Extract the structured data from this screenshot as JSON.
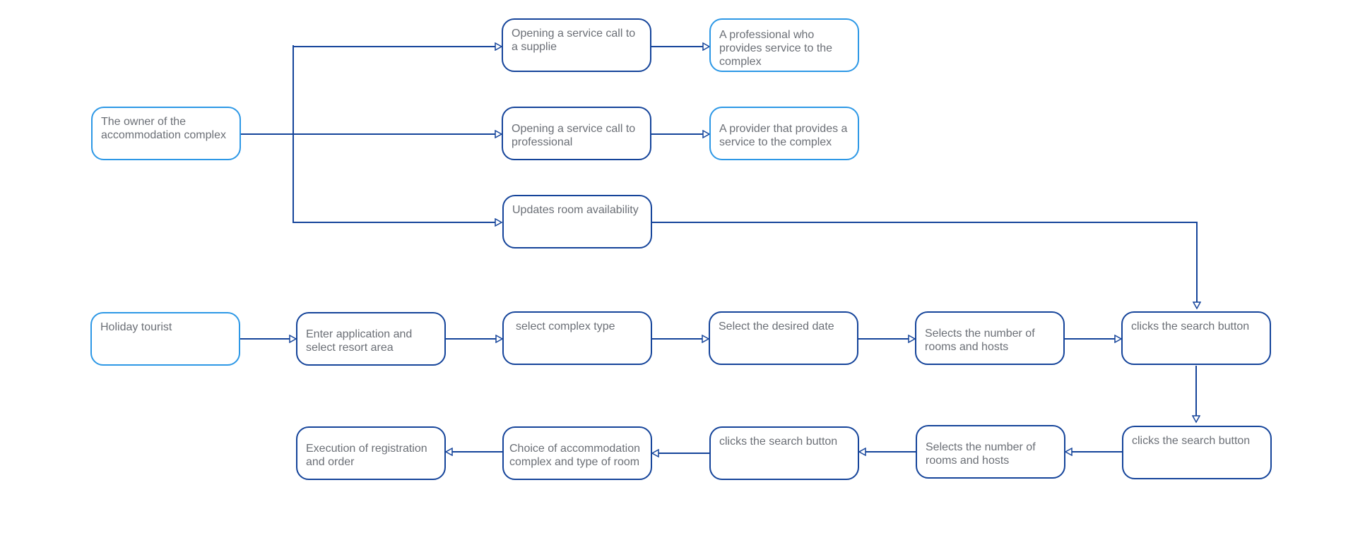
{
  "diagram": {
    "stroke_color": "#15449a",
    "actor_border_color": "#2d98e6",
    "text_color": "#6b6f76",
    "nodes": {
      "owner": {
        "label": "The owner of the accommodation complex",
        "kind": "actor"
      },
      "service_call_supplier": {
        "label": "Opening a service call to a supplie",
        "kind": "process"
      },
      "professional_provider": {
        "label": "A professional who provides service to the complex",
        "kind": "actor"
      },
      "service_call_professional": {
        "label": "Opening a service call to professional",
        "kind": "process"
      },
      "provider_service": {
        "label": "A provider that provides a service to the complex",
        "kind": "actor"
      },
      "updates_room": {
        "label": "Updates room availability",
        "kind": "process"
      },
      "holiday_tourist": {
        "label": "Holiday tourist",
        "kind": "actor"
      },
      "enter_application": {
        "label": "Enter application and select resort area",
        "kind": "process"
      },
      "select_complex_type": {
        "label": "select complex type",
        "kind": "process"
      },
      "select_date": {
        "label": "Select the desired date",
        "kind": "process"
      },
      "select_rooms_1": {
        "label": "Selects the number of rooms and hosts",
        "kind": "process"
      },
      "search_button_1": {
        "label": "clicks the search button",
        "kind": "process"
      },
      "search_button_2": {
        "label": "clicks the search button",
        "kind": "process"
      },
      "select_rooms_2": {
        "label": "Selects the number of rooms and hosts",
        "kind": "process"
      },
      "search_button_3": {
        "label": "clicks the search button",
        "kind": "process"
      },
      "choice_accommodation": {
        "label": "Choice of accommodation complex and type of room",
        "kind": "process"
      },
      "execution_registration": {
        "label": "Execution of registration and order",
        "kind": "process"
      }
    },
    "edges": [
      {
        "from": "owner",
        "to": "service_call_supplier"
      },
      {
        "from": "owner",
        "to": "service_call_professional"
      },
      {
        "from": "owner",
        "to": "updates_room"
      },
      {
        "from": "service_call_supplier",
        "to": "professional_provider"
      },
      {
        "from": "service_call_professional",
        "to": "provider_service"
      },
      {
        "from": "updates_room",
        "to": "search_button_1"
      },
      {
        "from": "holiday_tourist",
        "to": "enter_application"
      },
      {
        "from": "enter_application",
        "to": "select_complex_type"
      },
      {
        "from": "select_complex_type",
        "to": "select_date"
      },
      {
        "from": "select_date",
        "to": "select_rooms_1"
      },
      {
        "from": "select_rooms_1",
        "to": "search_button_1"
      },
      {
        "from": "search_button_1",
        "to": "search_button_2"
      },
      {
        "from": "search_button_2",
        "to": "select_rooms_2"
      },
      {
        "from": "select_rooms_2",
        "to": "search_button_3"
      },
      {
        "from": "search_button_3",
        "to": "choice_accommodation"
      },
      {
        "from": "choice_accommodation",
        "to": "execution_registration"
      }
    ]
  }
}
